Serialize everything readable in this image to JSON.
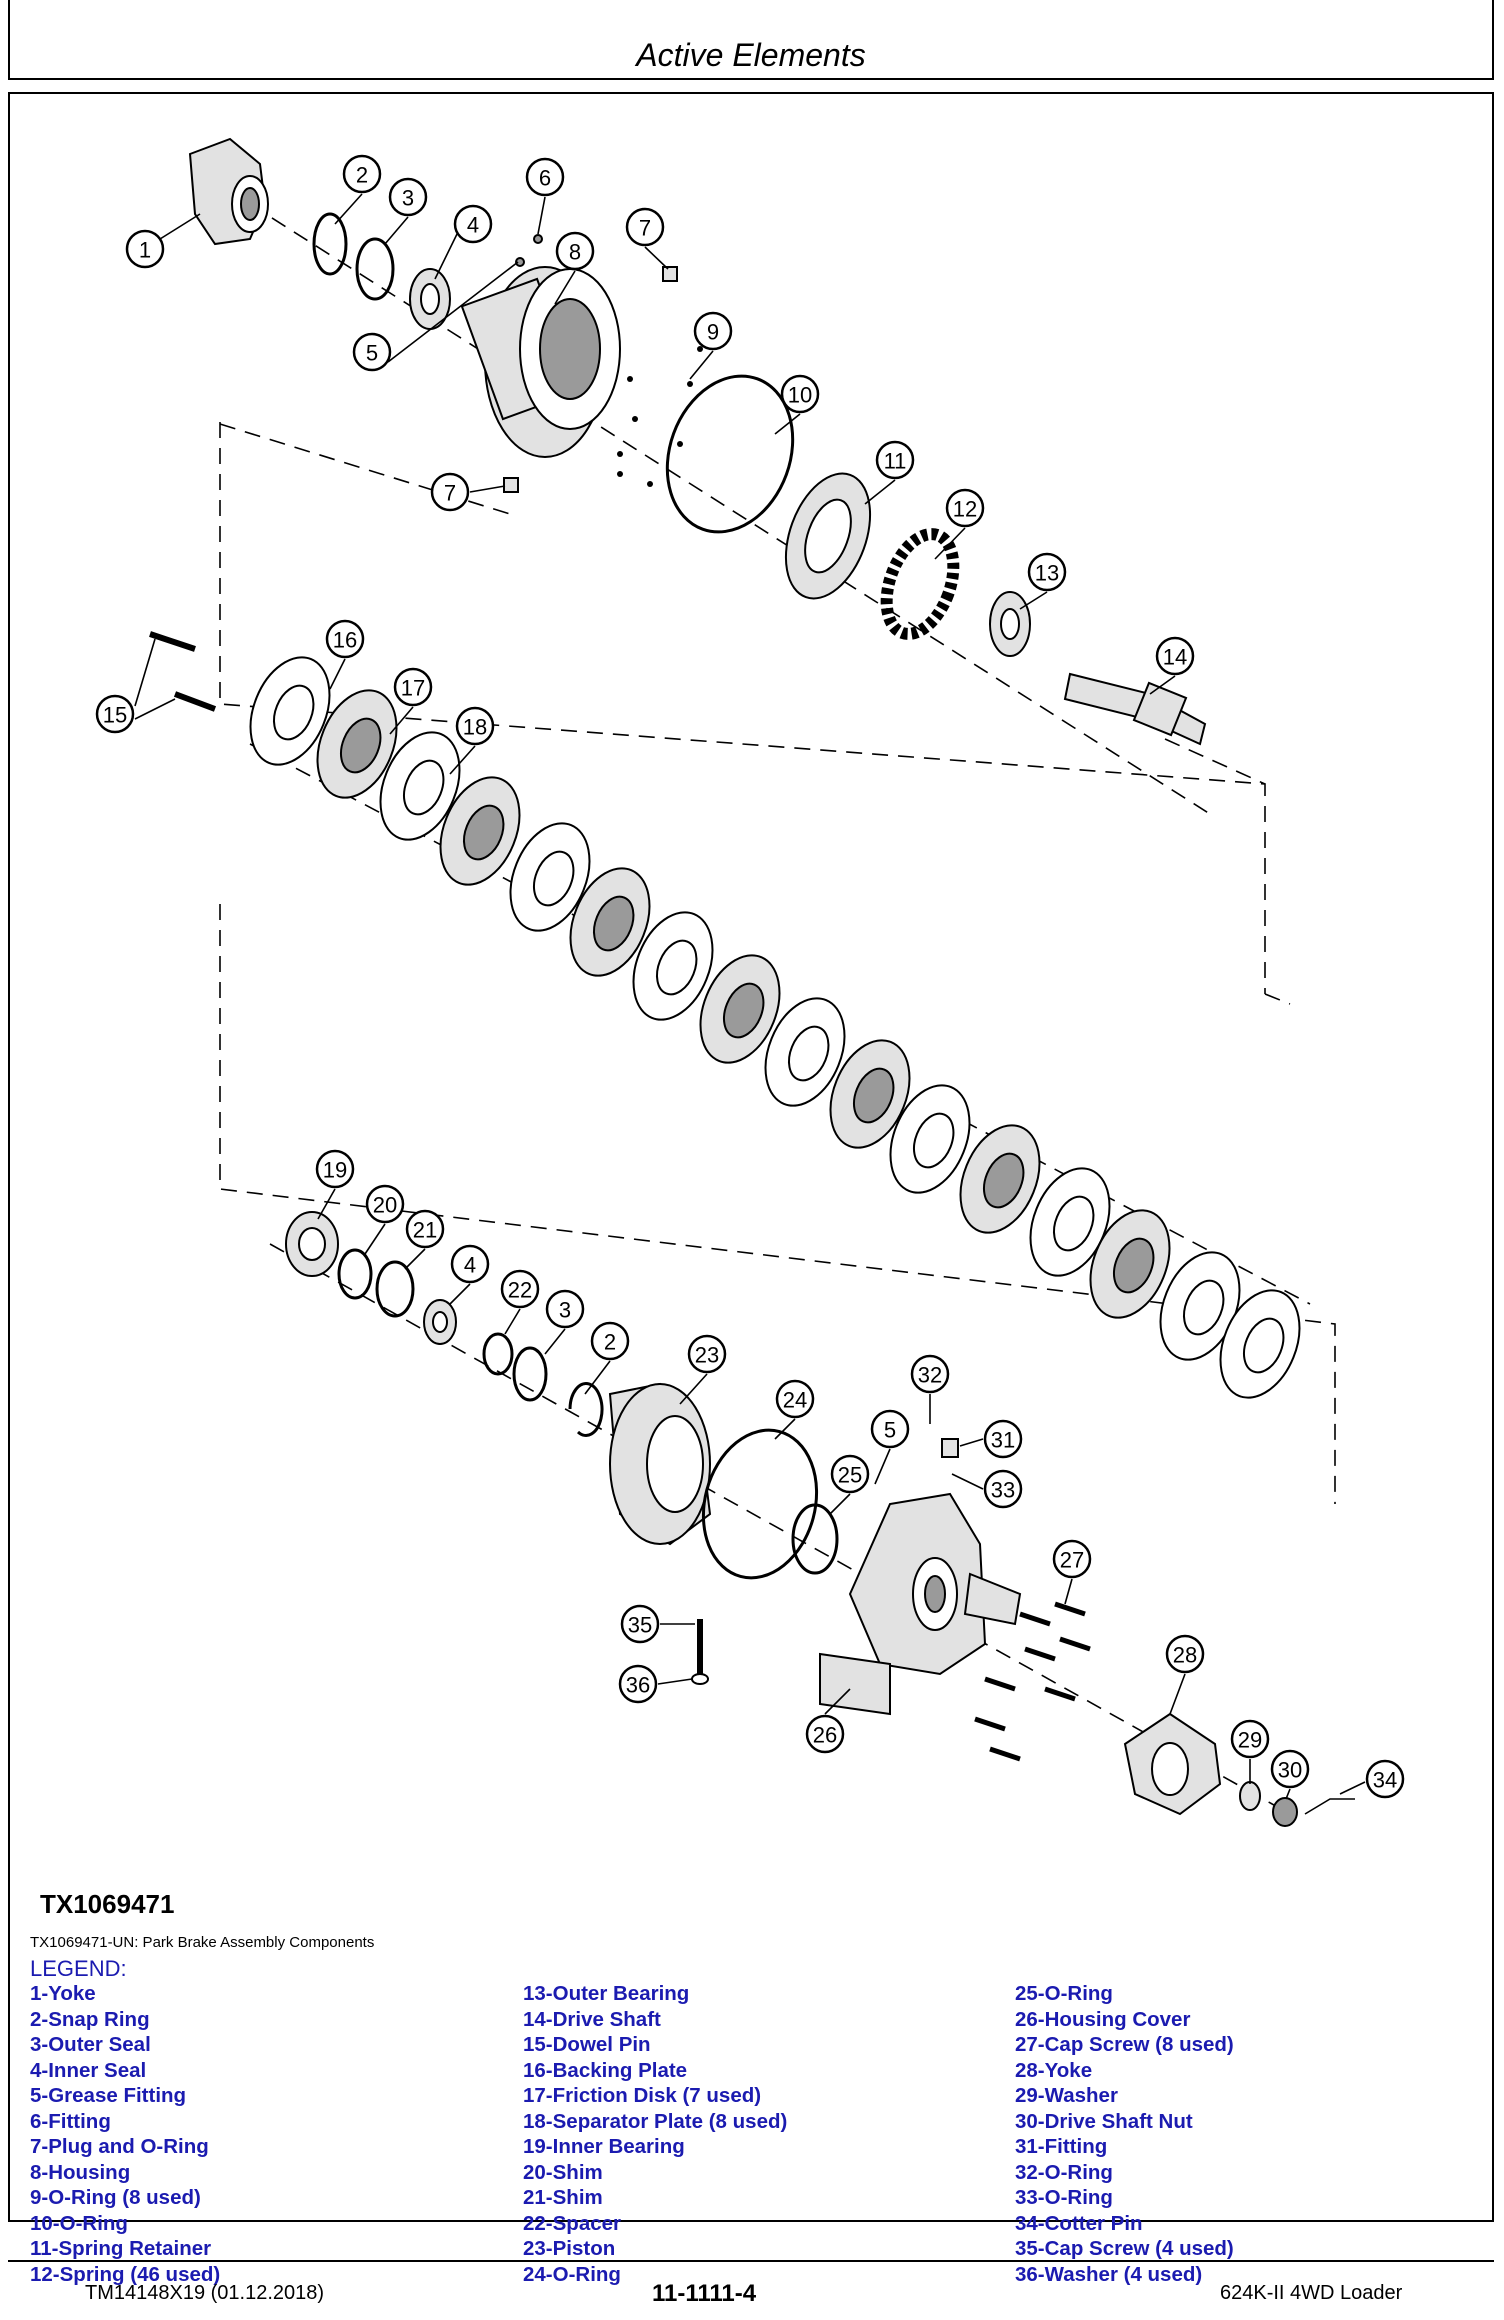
{
  "header": {
    "title": "Active Elements"
  },
  "figure": {
    "id": "TX1069471",
    "caption": "TX1069471-UN: Park Brake Assembly Components"
  },
  "legend": {
    "title": "LEGEND:",
    "columns": [
      [
        "1-Yoke",
        "2-Snap Ring",
        "3-Outer Seal",
        "4-Inner Seal",
        "5-Grease Fitting",
        "6-Fitting",
        "7-Plug and O-Ring",
        "8-Housing",
        "9-O-Ring (8 used)",
        "10-O-Ring",
        "11-Spring Retainer",
        "12-Spring (46 used)"
      ],
      [
        "13-Outer Bearing",
        "14-Drive Shaft",
        "15-Dowel Pin",
        "16-Backing Plate",
        "17-Friction Disk (7 used)",
        "18-Separator Plate (8 used)",
        "19-Inner Bearing",
        "20-Shim",
        "21-Shim",
        "22-Spacer",
        "23-Piston",
        "24-O-Ring"
      ],
      [
        "25-O-Ring",
        "26-Housing Cover",
        "27-Cap Screw (8 used)",
        "28-Yoke",
        "29-Washer",
        "30-Drive Shaft Nut",
        "31-Fitting",
        "32-O-Ring",
        "33-O-Ring",
        "34-Cotter Pin",
        "35-Cap Screw (4 used)",
        "36-Washer (4 used)"
      ]
    ]
  },
  "callouts": [
    "1",
    "2",
    "3",
    "4",
    "5",
    "6",
    "7",
    "8",
    "7",
    "9",
    "10",
    "11",
    "12",
    "13",
    "14",
    "15",
    "16",
    "17",
    "18",
    "19",
    "20",
    "21",
    "4",
    "22",
    "3",
    "2",
    "23",
    "24",
    "5",
    "32",
    "31",
    "33",
    "25",
    "27",
    "35",
    "36",
    "26",
    "28",
    "29",
    "30",
    "34"
  ],
  "footer": {
    "left": "TM14148X19 (01.12.2018)",
    "center": "11-1111-4",
    "right": "624K-II 4WD Loader"
  }
}
